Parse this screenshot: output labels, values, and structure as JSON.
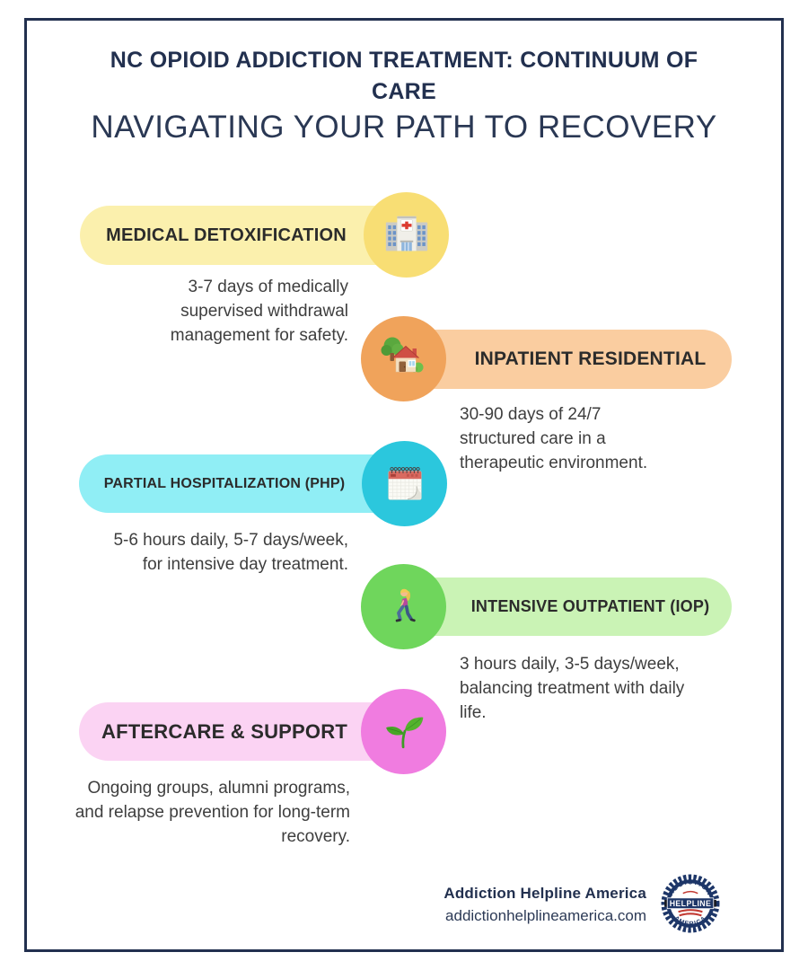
{
  "header": {
    "title": "NC OPIOID ADDICTION TREATMENT: CONTINUUM OF CARE",
    "subtitle": "NAVIGATING YOUR PATH TO RECOVERY"
  },
  "stages": [
    {
      "label": "MEDICAL DETOXIFICATION",
      "description": "3-7 days of medically supervised withdrawal management for safety.",
      "icon": "hospital-icon",
      "pill_color": "#FBF0AD",
      "circle_color": "#F8DE74"
    },
    {
      "label": "INPATIENT RESIDENTIAL",
      "description": "30-90 days of 24/7 structured care in a therapeutic environment.",
      "icon": "house-with-garden-icon",
      "pill_color": "#FACDA0",
      "circle_color": "#F0A35B"
    },
    {
      "label": "PARTIAL HOSPITALIZATION (PHP)",
      "description": "5-6 hours daily, 5-7 days/week, for intensive day treatment.",
      "icon": "spiral-calendar-icon",
      "pill_color": "#90EEF5",
      "circle_color": "#2BC7DD"
    },
    {
      "label": "INTENSIVE OUTPATIENT (IOP)",
      "description": "3 hours daily, 3-5 days/week, balancing treatment with daily life.",
      "icon": "woman-walking-icon",
      "pill_color": "#CAF3B5",
      "circle_color": "#6FD65C"
    },
    {
      "label": "AFTERCARE & SUPPORT",
      "description": "Ongoing groups, alumni programs, and relapse prevention for long-term recovery.",
      "icon": "seedling-icon",
      "pill_color": "#FBD3F3",
      "circle_color": "#F07CE0"
    }
  ],
  "footer": {
    "brand": "Addiction Helpline America",
    "website": "addictionhelplineamerica.com",
    "logo": {
      "top_text": "ADDICTION",
      "middle_text": "HELPLINE",
      "bottom_text": "AMERICA"
    }
  },
  "colors": {
    "navy": "#22304F",
    "label_text": "#2B2B2B",
    "body_text": "#3E3E3E",
    "logo_navy": "#1D3668",
    "logo_red": "#C23B34"
  }
}
